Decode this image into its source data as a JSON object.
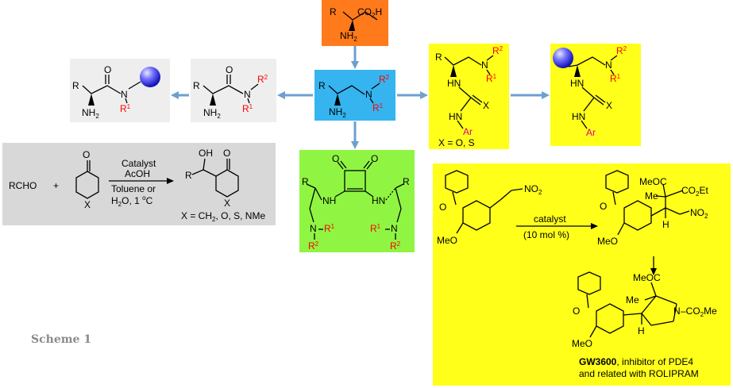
{
  "caption": "Scheme 1",
  "colors": {
    "orange": "#ff7a1a",
    "blue": "#35b4ef",
    "green": "#8ff542",
    "yellow": "#ffff1a",
    "light_gray": "#eeeeee",
    "gray": "#d8d8d8",
    "arrow": "#6e9fd0",
    "red_label": "#ff0000",
    "magenta_label": "#e0007a",
    "ball": "#5a5aff"
  },
  "amino_acid": {
    "R": "R",
    "acid": "CO",
    "acid_sub": "2",
    "acid_h": "H",
    "amine": "NH",
    "amine_sub": "2"
  },
  "diamine": {
    "R": "R",
    "N": "N",
    "R2": "R",
    "R2_sup": "2",
    "R1": "R",
    "R1_sup": "1",
    "amine": "NH",
    "amine_sub": "2"
  },
  "amide": {
    "R": "R",
    "O": "O",
    "N": "N",
    "R2": "R",
    "R2_sup": "2",
    "R1": "R",
    "R1_sup": "1",
    "amine": "NH",
    "amine_sub": "2"
  },
  "supported_amide": {
    "R": "R",
    "O": "O",
    "N": "N",
    "R1": "R",
    "R1_sup": "1",
    "amine": "NH",
    "amine_sub": "2"
  },
  "thiourea": {
    "R": "R",
    "N": "N",
    "R2": "R",
    "R2_sup": "2",
    "R1": "R",
    "R1_sup": "1",
    "HN1": "HN",
    "X": "X",
    "HN2": "HN",
    "Ar": "Ar",
    "note": "X = O, S"
  },
  "supported_thiourea": {
    "N": "N",
    "R2": "R",
    "R2_sup": "2",
    "R1": "R",
    "R1_sup": "1",
    "HN1": "HN",
    "X": "X",
    "HN2": "HN",
    "Ar": "Ar"
  },
  "squaramide": {
    "O1": "O",
    "O2": "O",
    "R_left": "R",
    "R_right": "R",
    "NH_left": "NH",
    "HN_right": "HN",
    "N_left": "N",
    "R1_left": "R",
    "R1_left_sup": "1",
    "R2_left": "R",
    "R2_left_sup": "2",
    "R1_right": "R",
    "R1_right_sup": "1",
    "N_right": "N",
    "R2_right": "R",
    "R2_right_sup": "2"
  },
  "aldol": {
    "reactant1": "RCHO",
    "plus": "+",
    "O": "O",
    "X": "X",
    "condition1": "Catalyst",
    "condition2": "AcOH",
    "condition3": "Toluene or",
    "condition4a": "H",
    "condition4b": "2",
    "condition4c": "O, 1 ",
    "condition4d": "o",
    "condition4e": "C",
    "OH": "OH",
    "R": "R",
    "product_O": "O",
    "product_X": "X",
    "scope": "X = CH",
    "scope_sub": "2",
    "scope_rest": ", O, S, NMe"
  },
  "michael": {
    "nitro": "NO",
    "nitro_sub": "2",
    "O": "O",
    "MeO": "MeO",
    "catalyst": "catalyst",
    "loading": "(10 mol %)",
    "MeOC": "MeOC",
    "CO2Et": "CO",
    "CO2Et_sub": "2",
    "CO2Et_end": "Et",
    "Me": "Me",
    "H": "H",
    "NO2": "NO",
    "NO2_sub": "2",
    "O2": "O",
    "MeO2": "MeO"
  },
  "product": {
    "MeOC": "MeOC",
    "Me": "Me",
    "N": "N",
    "CO2Me": "–CO",
    "CO2Me_sub": "2",
    "CO2Me_end": "Me",
    "H": "H",
    "O": "O",
    "MeO": "MeO",
    "name": "GW3600",
    "desc1": ", inhibitor of PDE4",
    "desc2": "and related with ROLIPRAM"
  }
}
